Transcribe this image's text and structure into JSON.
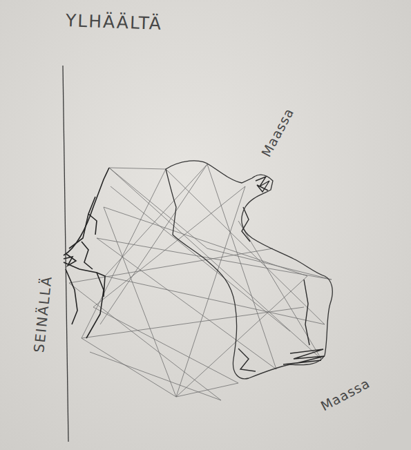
{
  "diagram": {
    "title": "YLHÄÄLTÄ",
    "labels": [
      "Maassa",
      "SEINÄLLÄ",
      "Maassa"
    ]
  }
}
